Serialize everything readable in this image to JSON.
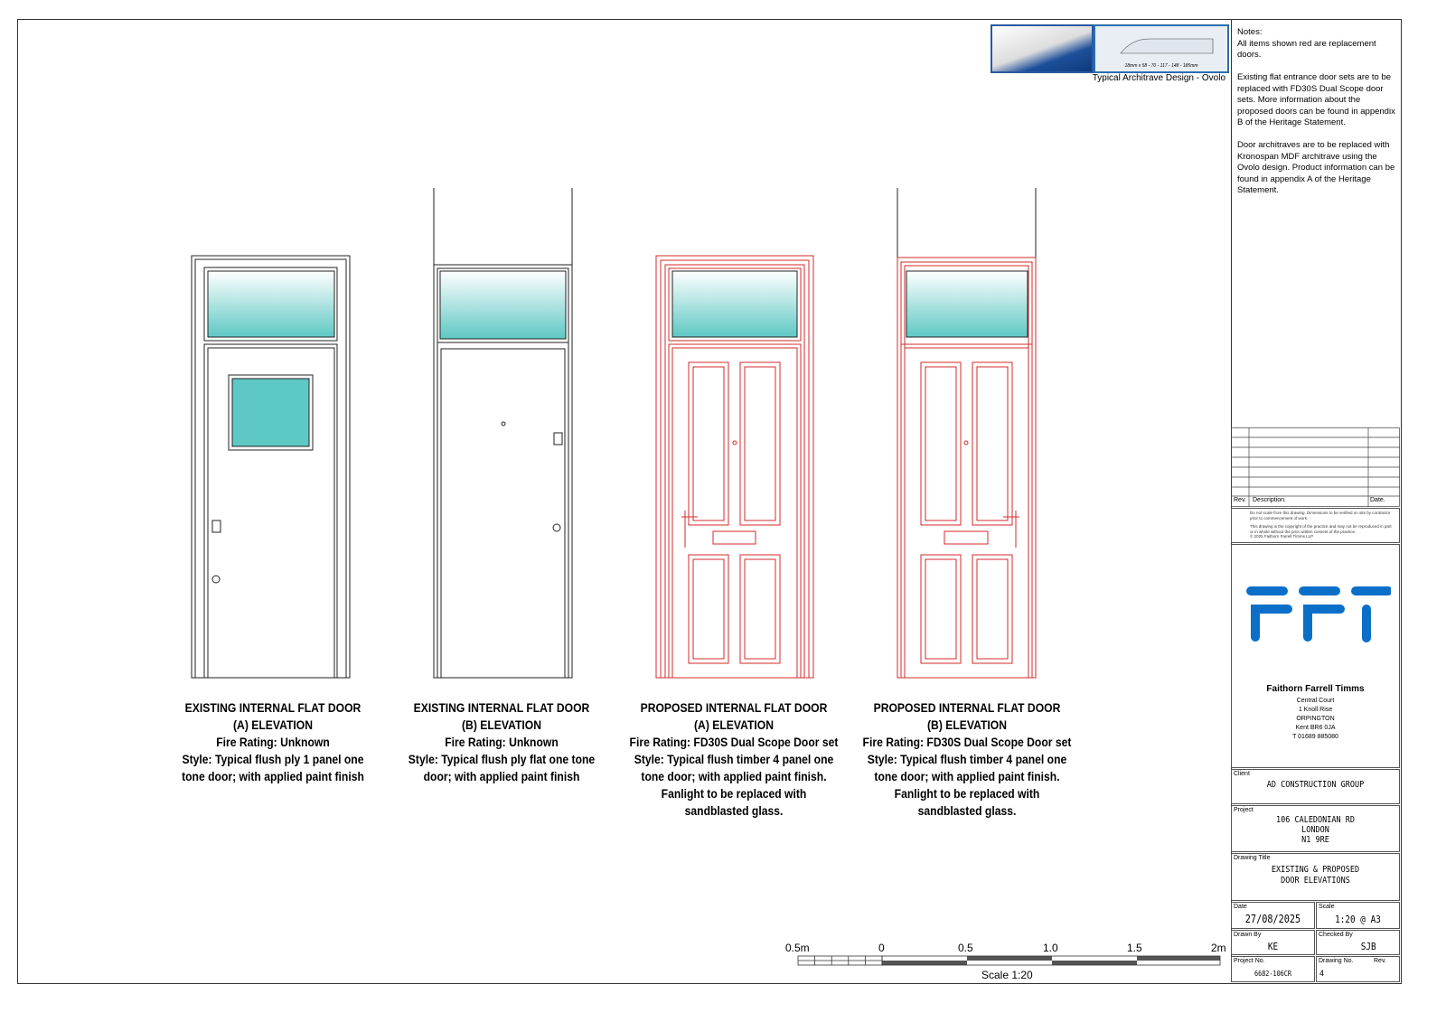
{
  "architrave": {
    "dimension_text": "18mm x 58 - 70 - 117 - 148 - 185mm",
    "caption": "Typical Architrave Design - Ovolo"
  },
  "notes": {
    "heading": "Notes:",
    "p1": "All items shown red are replacement doors.",
    "p2": "Existing flat entrance door sets are to be replaced with FD30S Dual Scope door sets. More information about the proposed doors can be found in appendix B of the Heritage Statement.",
    "p3": "Door architraves are to be replaced with Kronospan MDF architrave using the Ovolo design. Product information can be found in appendix A of the Heritage Statement."
  },
  "revisions": {
    "col_rev": "Rev.",
    "col_desc": "Description.",
    "col_date": "Date."
  },
  "disclaimer": {
    "l1": "Do not scale from this drawing. Dimensions to be verified on site by contractor prior to commencement of work.",
    "l2": "This drawing is the copyright of the practice and may not be reproduced in part or in whole without the prior written consent of the practice.",
    "l3": "© 2025 Faithorn Farrell Timms LLP"
  },
  "practice": {
    "logo": "FFT",
    "name": "Faithorn Farrell Timms",
    "address": [
      "Central Court",
      "1 Knoll Rise",
      "ORPINGTON",
      "Kent BR6 0JA",
      "T  01689 885080"
    ],
    "brand_color": "#0b6fc9"
  },
  "titleblock": {
    "client_label": "Client",
    "client": "AD CONSTRUCTION GROUP",
    "project_label": "Project",
    "project": [
      "106 CALEDONIAN RD",
      "LONDON",
      "N1 9RE"
    ],
    "title_label": "Drawing Title",
    "title": [
      "EXISTING & PROPOSED",
      "DOOR ELEVATIONS"
    ],
    "date_label": "Date",
    "date": "27/08/2025",
    "scale_label": "Scale",
    "scale": "1:20 @ A3",
    "drawn_label": "Drawn By",
    "drawn": "KE",
    "checked_label": "Checked By",
    "checked": "SJB",
    "projno_label": "Project No.",
    "projno": "6682-106CR",
    "drawno_label": "Drawing No.",
    "drawno": "4",
    "rev_label": "Rev."
  },
  "doors": [
    {
      "lines": [
        "EXISTING INTERNAL FLAT DOOR",
        "(A) ELEVATION",
        "Fire Rating: Unknown",
        "Style: Typical flush ply 1 panel one",
        "tone door; with applied paint finish"
      ]
    },
    {
      "lines": [
        "EXISTING INTERNAL FLAT DOOR",
        "(B) ELEVATION",
        "Fire Rating: Unknown",
        "Style: Typical flush ply flat one tone",
        "door; with applied paint finish"
      ]
    },
    {
      "lines": [
        "PROPOSED INTERNAL FLAT DOOR",
        "(A) ELEVATION",
        "Fire Rating: FD30S Dual Scope Door set",
        "Style: Typical flush timber 4 panel one",
        "tone door; with applied paint finish.",
        "Fanlight to be replaced with",
        "sandblasted glass."
      ]
    },
    {
      "lines": [
        "PROPOSED INTERNAL FLAT DOOR",
        "(B) ELEVATION",
        "Fire Rating: FD30S Dual Scope Door set",
        "Style: Typical flush timber 4 panel one",
        "tone door; with applied paint finish.",
        "Fanlight to be replaced with",
        "sandblasted glass."
      ]
    }
  ],
  "colors": {
    "existing": "#222222",
    "proposed": "#d42a2a",
    "glass": "#5ec8c4"
  },
  "scalebar": {
    "ticks": [
      "0.5m",
      "0",
      "0.5",
      "1.0",
      "1.5",
      "2m"
    ],
    "label": "Scale 1:20"
  }
}
